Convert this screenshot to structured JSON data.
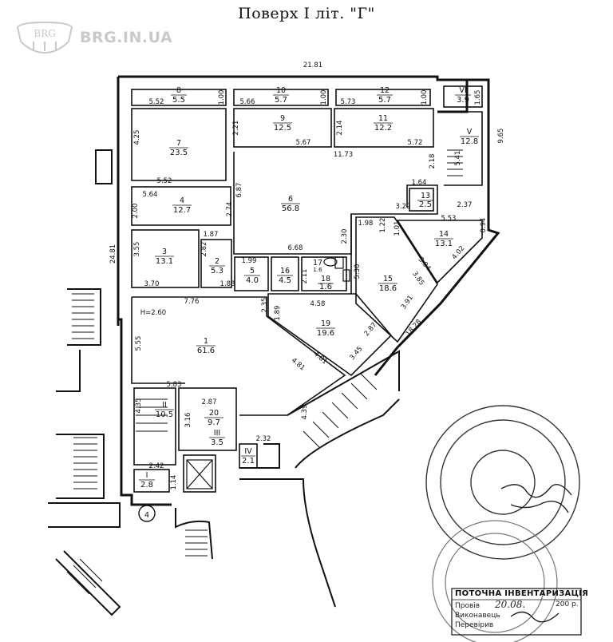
{
  "header": {
    "title": "Поверх I   літ. \"Г\"",
    "logo_text": "BRG.IN.UA",
    "logo_badge": "BRG"
  },
  "dimensions": {
    "top_total": "21.81",
    "left_total": "24.81",
    "right_top": "9.65",
    "right_slant": "18.28",
    "corridor_width": "11.73",
    "r6_left": "6.87",
    "r6_bottom": "6.68",
    "r6_right": "3.29",
    "r7_top": "5.52",
    "r7_side": "4.25",
    "r7_bottom": "5.52",
    "r8_width": "5.52",
    "r8_side": "1.00",
    "r10_width": "5.66",
    "r10_side": "1.00",
    "r12_width": "5.73",
    "r12_side": "1.00",
    "r9_side": "2.21",
    "r9_width": "5.67",
    "r11_side": "2.14",
    "r11_width": "5.72",
    "rVI_side": "1.65",
    "rV_side": "5.41",
    "rV_small": "2.18",
    "r13_top": "1.64",
    "r13_bottom": "2.37",
    "r4_top": "5.64",
    "r4_side": "2.00",
    "r4_right": "2.74",
    "r3_top": "1.87",
    "r3_side": "3.55",
    "r3_bottom": "3.70",
    "r2_side": "2.82",
    "r2_bottom": "1.88",
    "r5_top": "1.99",
    "r16_side": "2.11",
    "wc_side": "5.30",
    "hall_top": "1.98",
    "hall_side": "2.30",
    "r14_top": "5.53",
    "r14_side": "1.01",
    "r14_right": "0.94",
    "r14_diag1": "3.94",
    "r14_diag2": "4.02",
    "r15_side": "1.22",
    "r15_diag": "3.85",
    "r15_bottom": "3.91",
    "r19_top": "4.58",
    "r19_side1": "2.35",
    "r19_side2": "1.89",
    "r19_diag1": "4.81",
    "r19_diag2": "4.81",
    "r19_diag3": "3.45",
    "r19_right": "2.87",
    "r1_top": "7.76",
    "r1_height": "H=2.60",
    "r1_side": "5.55",
    "r1_bottom": "5.83",
    "rII_side": "4.35",
    "r20_top": "2.87",
    "r20_side": "3.16",
    "stair_diag": "4.39",
    "rIV_top": "2.32",
    "rI_top": "2.42",
    "rI_side": "1.14"
  },
  "rooms": [
    {
      "num": "8",
      "area": "5.5"
    },
    {
      "num": "10",
      "area": "5.7"
    },
    {
      "num": "12",
      "area": "5.7"
    },
    {
      "num": "VI",
      "area": "3.9"
    },
    {
      "num": "7",
      "area": "23.5"
    },
    {
      "num": "9",
      "area": "12.5"
    },
    {
      "num": "11",
      "area": "12.2"
    },
    {
      "num": "V",
      "area": "12.8"
    },
    {
      "num": "6",
      "area": "56.8"
    },
    {
      "num": "13",
      "area": "2.5"
    },
    {
      "num": "4",
      "area": "12.7"
    },
    {
      "num": "14",
      "area": "13.1"
    },
    {
      "num": "3",
      "area": "13.1"
    },
    {
      "num": "2",
      "area": "5.3"
    },
    {
      "num": "5",
      "area": "4.0"
    },
    {
      "num": "16",
      "area": "4.5"
    },
    {
      "num": "17",
      "area": "1.6"
    },
    {
      "num": "18",
      "area": "1.6"
    },
    {
      "num": "15",
      "area": "18.6"
    },
    {
      "num": "19",
      "area": "19.6"
    },
    {
      "num": "1",
      "area": "61.6"
    },
    {
      "num": "II",
      "area": "10.5"
    },
    {
      "num": "20",
      "area": "9.7"
    },
    {
      "num": "III",
      "area": "3.5"
    },
    {
      "num": "IV",
      "area": "2.1"
    },
    {
      "num": "I",
      "area": "2.8"
    }
  ],
  "axis_marker": "4",
  "stamp": {
    "title": "ПОТОЧНА  ІНВЕНТАРИЗАЦІЯ",
    "line1": "Провів",
    "line2": "Виконавець",
    "line3": "Перевірив",
    "date": "20.08.",
    "year": "200  р."
  },
  "colors": {
    "ink": "#111111",
    "stamp_ink": "#333333",
    "watermark": "#c9c9c9"
  }
}
